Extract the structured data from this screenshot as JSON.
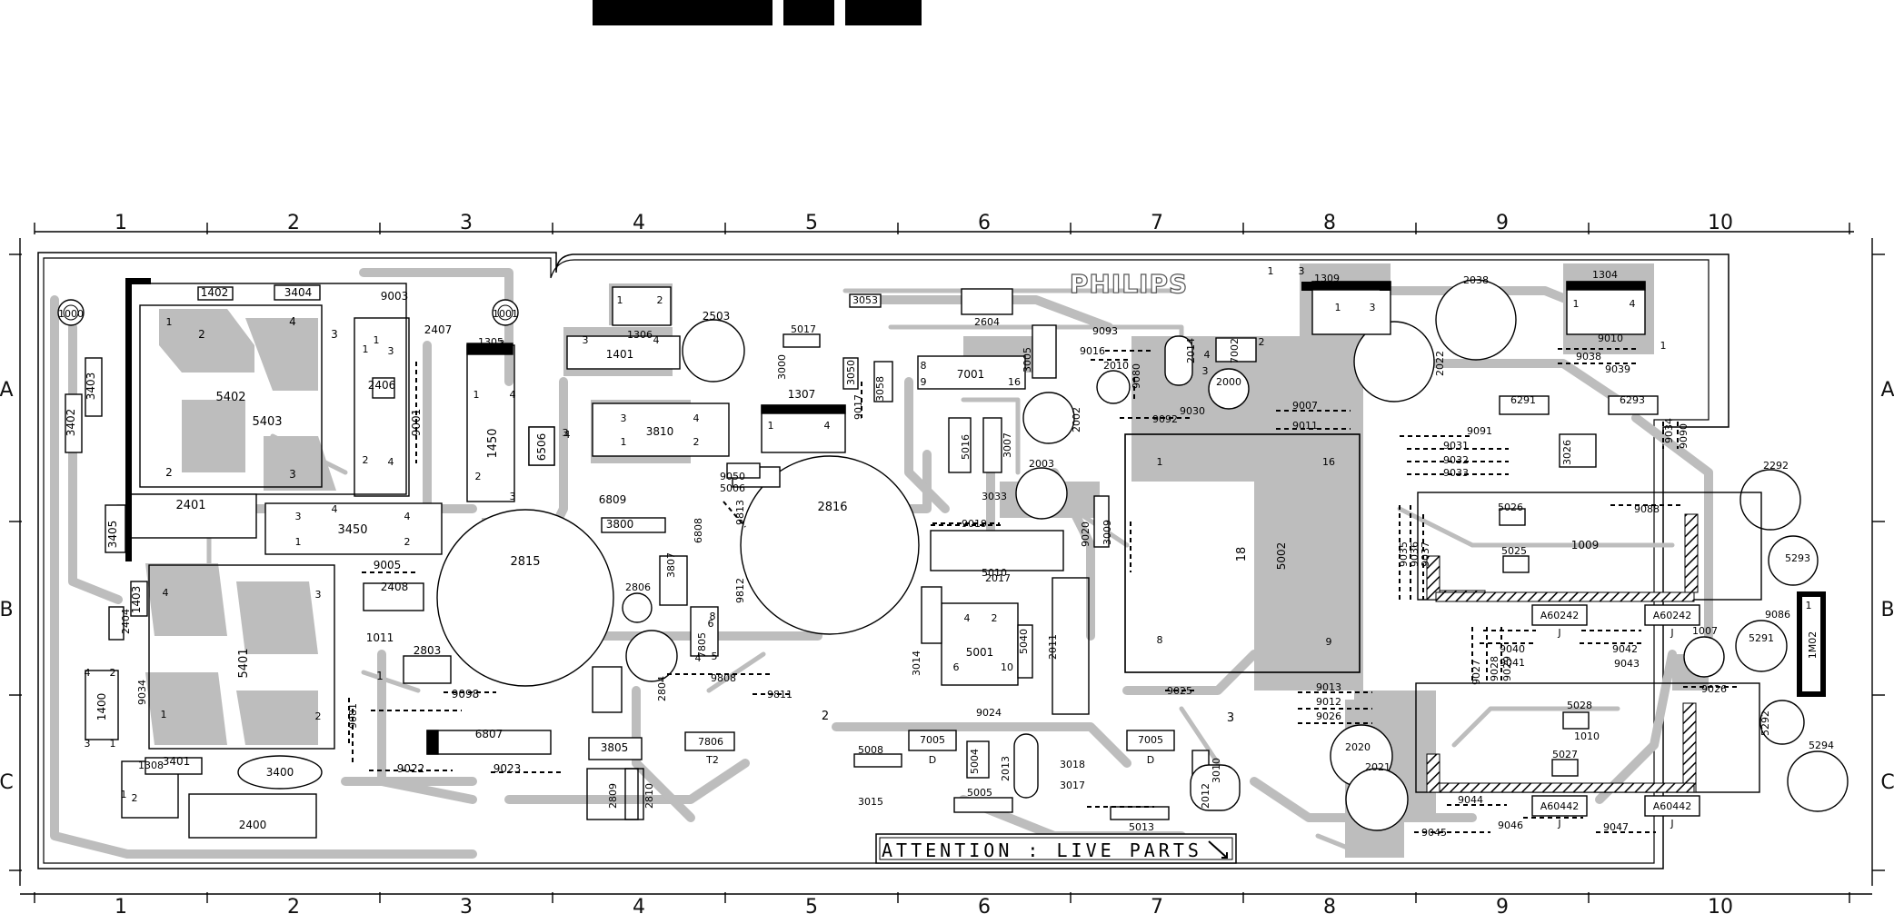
{
  "header_blocks": [
    {
      "name": "header-block-1"
    },
    {
      "name": "header-block-2"
    },
    {
      "name": "header-block-3"
    }
  ],
  "grid": {
    "columns": [
      "1",
      "2",
      "3",
      "4",
      "5",
      "6",
      "7",
      "8",
      "9",
      "10"
    ],
    "rows": [
      "A",
      "B",
      "C"
    ]
  },
  "brand": "PHILIPS",
  "warning": "ATTENTION : LIVE PARTS",
  "components": {
    "c1402": "1402",
    "c3404": "3404",
    "c9003": "9003",
    "c2407": "2407",
    "c1305": "1305",
    "c1000a": "1000",
    "c1001": "1001",
    "c3403": "3403",
    "c3402": "3402",
    "c5402": "5402",
    "c5403": "5403",
    "c2406": "2406",
    "c1450": "1450",
    "c6506": "6506",
    "c2401": "2401",
    "c3450": "3450",
    "c3405": "3405",
    "c9005": "9005",
    "c2408": "2408",
    "c2815": "2815",
    "c1403": "1403",
    "c2404": "2404",
    "c5401": "5401",
    "c1011": "1011",
    "c2803": "2803",
    "c9098": "9098",
    "c9034": "9034",
    "c1400": "1400",
    "c6807": "6807",
    "c9022": "9022",
    "c9023": "9023",
    "c1308": "1308",
    "c3401": "3401",
    "c3400": "3400",
    "c2400": "2400",
    "c1306": "1306",
    "c1401": "1401",
    "c2503": "2503",
    "c3810": "3810",
    "c6809": "6809",
    "c3800": "3800",
    "c6808": "6808",
    "c3807": "3807",
    "c2806": "2806",
    "c7805": "7805",
    "c2804": "2804",
    "c9808": "9808",
    "c9811": "9811",
    "c3805": "3805",
    "c7806": "7806",
    "t2": "T2",
    "c2809": "2809",
    "c2810": "2810",
    "c3053": "3053",
    "c5017": "5017",
    "c3000": "3000",
    "c1307": "1307",
    "c3050": "3050",
    "c3058": "3058",
    "c9017": "9017",
    "c9050": "9050",
    "c5006": "5006",
    "c9813": "9813",
    "c2816": "2816",
    "c9812": "9812",
    "c2604": "2604",
    "c7001": "7001",
    "c3005": "3005",
    "c9093": "9093",
    "c9016": "9016",
    "c2010": "2010",
    "c9080": "9080",
    "c2014": "2014",
    "c7002": "7002",
    "c2000": "2000",
    "c9092": "9092",
    "c2002": "2002",
    "c5016": "5016",
    "c2003": "2003",
    "c3033": "3033",
    "c9019": "9019",
    "c9020": "9020",
    "c3009": "3009",
    "c5010": "5010",
    "c2017": "2017",
    "c5001": "5001",
    "c3007": "3007",
    "c5040": "5040",
    "c2011": "2011",
    "c3014": "3014",
    "c9024": "9024",
    "c9025": "9025",
    "c5008": "5008",
    "c7005a": "7005",
    "c7005b": "7005",
    "c5004": "5004",
    "c2013": "2013",
    "c3018": "3018",
    "c3017": "3017",
    "c5005": "5005",
    "c3015": "3015",
    "c5013": "5013",
    "c2012": "2012",
    "c3010": "3010",
    "c1309": "1309",
    "c2038": "2038",
    "c1304": "1304",
    "c2022": "2022",
    "c9010": "9010",
    "c9038": "9038",
    "c9039": "9039",
    "c6291": "6291",
    "c6293": "6293",
    "c9007": "9007",
    "c9011": "9011",
    "c9091": "9091",
    "c9031": "9031",
    "c9032": "9032",
    "c9033": "9033",
    "c3026": "3026",
    "c9034b": "9034",
    "c9090": "9090",
    "c2292": "2292",
    "c5026": "5026",
    "c9088": "9088",
    "c5025": "5025",
    "c1009": "1009",
    "c5293": "5293",
    "c5002": "5002",
    "c18": "18",
    "c9035": "9035",
    "c9086": "9086",
    "c5291": "5291",
    "c1007": "1007",
    "c1m02": "1M02",
    "c9040": "9040",
    "c9041": "9041",
    "c9042": "9042",
    "c9043": "9043",
    "c9027": "9027",
    "c9028": "9028",
    "c9026": "9026",
    "c9013": "9013",
    "c9012": "9012",
    "c9026b": "9026",
    "c2020": "2020",
    "c2021": "2021",
    "c5028": "5028",
    "c1010": "1010",
    "c5027": "5027",
    "c5292": "5292",
    "c5294": "5294",
    "c9044": "9044",
    "c9045": "9045",
    "c9046": "9046",
    "c9047": "9047",
    "a60242a": "A60242",
    "a60242b": "A60242",
    "a60442a": "A60442",
    "a60442b": "A60442",
    "c9029": "9029",
    "c9030": "9030",
    "c9036": "9036",
    "c9037": "9037",
    "c9081": "9081",
    "c9001": "9001"
  },
  "pins": {
    "p1": "1",
    "p2": "2",
    "p3": "3",
    "p4": "4",
    "p5": "5",
    "p6": "6",
    "p7": "7",
    "p8": "8",
    "p9": "9",
    "p10": "10",
    "p16": "16",
    "pD": "D",
    "pJ": "J"
  }
}
